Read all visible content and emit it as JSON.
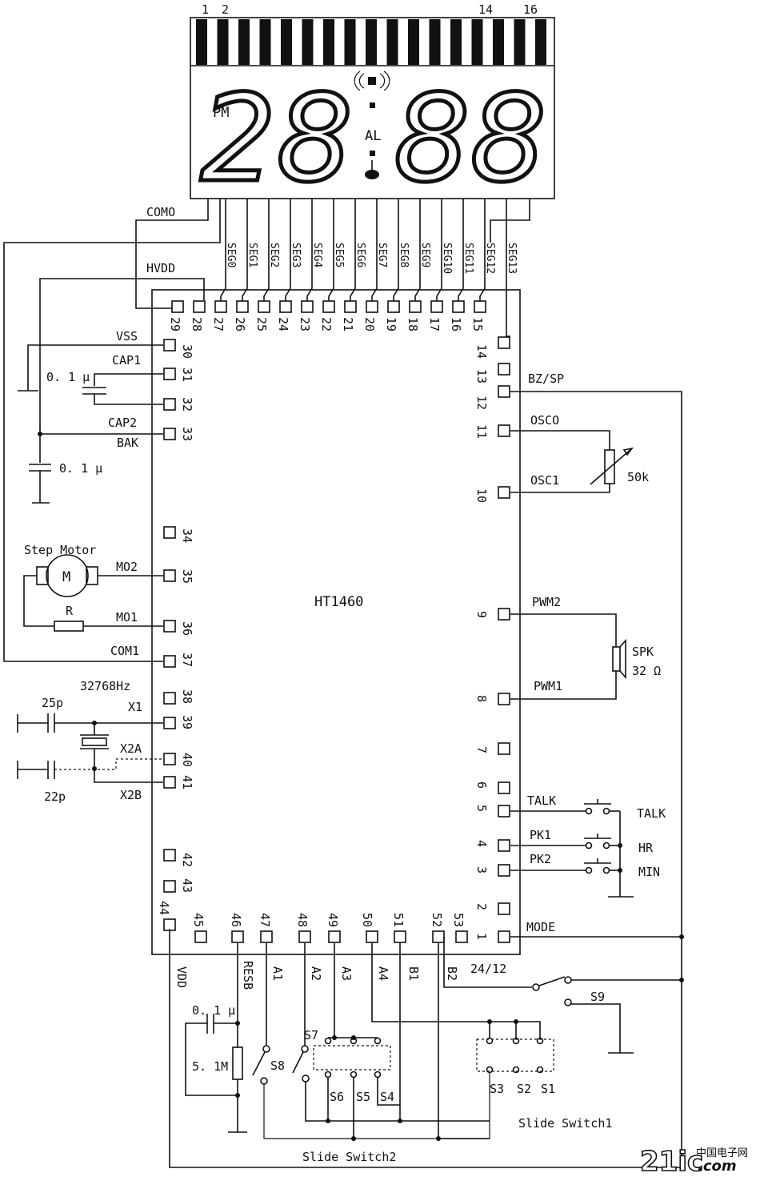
{
  "lcd": {
    "pin_labels": [
      "1",
      "2",
      "14",
      "16"
    ],
    "pm": "PM",
    "al": "AL",
    "digits_left": "28",
    "digits_right": "88"
  },
  "chip": {
    "name": "HT1460"
  },
  "signals": {
    "com0": "COMO",
    "hvdd": "HVDD",
    "segs": [
      "SEG0",
      "SEG1",
      "SEG2",
      "SEG3",
      "SEG4",
      "SEG5",
      "SEG6",
      "SEG7",
      "SEG8",
      "SEG9",
      "SEG10",
      "SEG11",
      "SEG12",
      "SEG13"
    ],
    "vss": "VSS",
    "cap1": "CAP1",
    "cap2": "CAP2",
    "bak": "BAK",
    "mo2": "MO2",
    "mo1": "MO1",
    "com1": "COM1",
    "x1": "X1",
    "x2a": "X2A",
    "x2b": "X2B",
    "bzsp": "BZ/SP",
    "osc0": "OSCO",
    "osc1": "OSC1",
    "pwm2": "PWM2",
    "pwm1": "PWM1",
    "talk": "TALK",
    "pk1": "PK1",
    "pk2": "PK2",
    "mode": "MODE",
    "vdd": "VDD",
    "resb": "RESB",
    "a1": "A1",
    "a2": "A2",
    "a3": "A3",
    "a4": "A4",
    "b1": "B1",
    "b2": "B2",
    "h2412": "24/12"
  },
  "components": {
    "cap_top": "0. 1 μ",
    "cap_bak": "0. 1 μ",
    "step_motor": "Step Motor",
    "motor": "M",
    "resistor": "R",
    "crystal": "32768Hz",
    "c25": "25p",
    "c22": "22p",
    "pot": "50k",
    "spk": "SPK",
    "spk_ohm": "32 Ω",
    "btn_talk": "TALK",
    "btn_hr": "HR",
    "btn_min": "MIN",
    "s9": "S9",
    "cap_reset": "0. 1 μ",
    "res_reset": "5. 1M",
    "s8": "S8",
    "s7": "S7",
    "s6": "S6",
    "s5": "S5",
    "s4": "S4",
    "s3": "S3",
    "s2": "S2",
    "s1": "S1",
    "slide1": "Slide Switch1",
    "slide2": "Slide Switch2"
  },
  "pins": {
    "top": [
      "29",
      "28",
      "27",
      "26",
      "25",
      "24",
      "23",
      "22",
      "21",
      "20",
      "19",
      "18",
      "17",
      "16",
      "15"
    ],
    "left": [
      "30",
      "31",
      "32",
      "33",
      "34",
      "35",
      "36",
      "37",
      "38",
      "39",
      "40",
      "41",
      "42",
      "43",
      "44"
    ],
    "right": [
      "14",
      "13",
      "12",
      "11",
      "10",
      "9",
      "8",
      "7",
      "6",
      "5",
      "4",
      "3",
      "2",
      "1"
    ],
    "bottom": [
      "45",
      "46",
      "47",
      "48",
      "49",
      "50",
      "51",
      "52",
      "53"
    ]
  },
  "watermark": {
    "brand": "21ic",
    "suffix": ".com",
    "cn": "中国电子网"
  }
}
